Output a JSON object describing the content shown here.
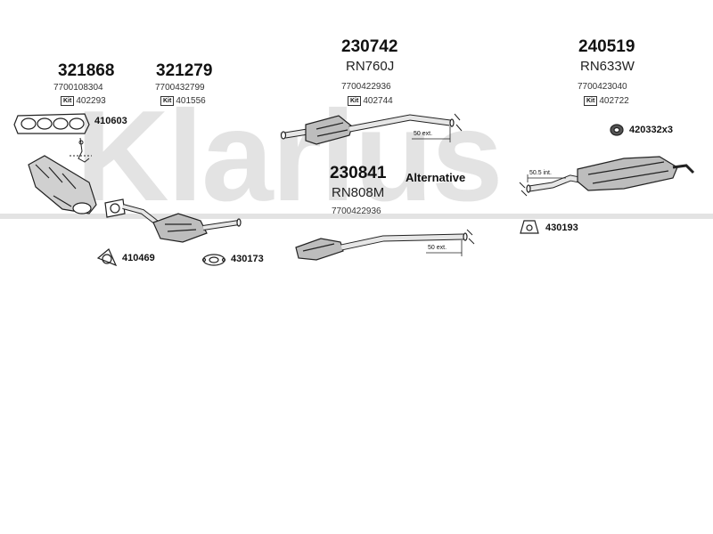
{
  "watermark": {
    "text": "Klarius",
    "color": "#e3e3e3"
  },
  "parts": {
    "p321868": {
      "number": "321868",
      "oem": "7700108304",
      "kit": "402293"
    },
    "p321279": {
      "number": "321279",
      "oem": "7700432799",
      "kit": "401556"
    },
    "p230742": {
      "number": "230742",
      "model": "RN760J",
      "oem": "7700422936",
      "kit": "402744"
    },
    "p240519": {
      "number": "240519",
      "model": "RN633W",
      "oem": "7700423040",
      "kit": "402722"
    },
    "p230841": {
      "number": "230841",
      "model": "RN808M",
      "oem": "7700422936"
    }
  },
  "kit_badge": "Kit",
  "alternative_label": "Alternative",
  "accessories": {
    "a410603": "410603",
    "a410469": "410469",
    "a430173": "430173",
    "a420332": "420332x3",
    "a430193": "430193"
  },
  "pipe_notes": {
    "ext_top": "50 ext.",
    "ext_bottom": "50 ext.",
    "int_rear": "50.5 int."
  },
  "colors": {
    "part_fill": "#bdbdbd",
    "part_stroke": "#222222"
  }
}
